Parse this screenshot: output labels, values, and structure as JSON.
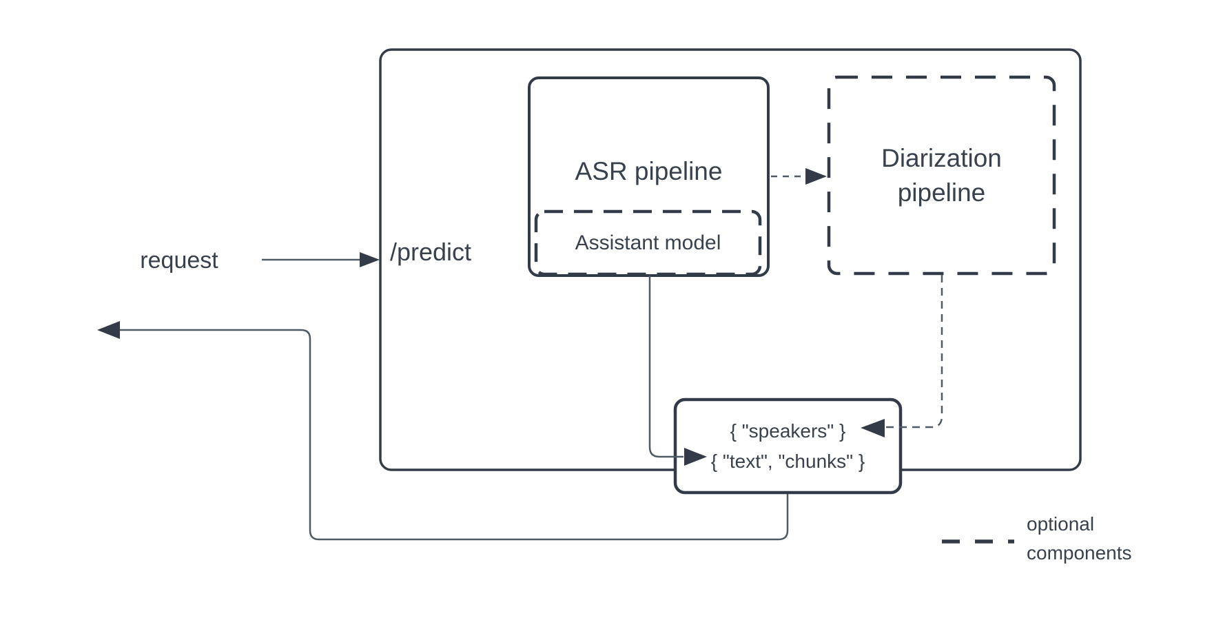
{
  "diagram": {
    "type": "flowchart",
    "nodes": {
      "request": {
        "label": "request",
        "shape": "rounded-rect",
        "border": "solid"
      },
      "predict": {
        "label": "/predict",
        "shape": "rounded-rect-container",
        "border": "solid"
      },
      "asr_pipeline": {
        "label": "ASR pipeline",
        "shape": "rounded-rect",
        "border": "solid"
      },
      "assistant_model": {
        "label": "Assistant model",
        "shape": "rounded-rect",
        "border": "dashed",
        "optional": true
      },
      "diarization_pipeline": {
        "label": "Diarization\npipeline",
        "shape": "rounded-rect",
        "border": "dashed",
        "optional": true
      },
      "response": {
        "line1": "{ \"speakers\" }",
        "line2": "{ \"text\", \"chunks\" }",
        "shape": "rounded-rect",
        "border": "solid"
      }
    },
    "edges": [
      {
        "from": "request",
        "to": "predict",
        "style": "solid-arrow"
      },
      {
        "from": "asr_pipeline",
        "to": "diarization_pipeline",
        "style": "dashed-arrow"
      },
      {
        "from": "assistant_model",
        "to": "response",
        "style": "solid-arrow"
      },
      {
        "from": "diarization_pipeline",
        "to": "response",
        "style": "dashed-arrow"
      },
      {
        "from": "response",
        "to": "request",
        "style": "solid-arrow-return"
      }
    ],
    "legend": {
      "label": "optional\ncomponents",
      "sample": "dashed-line"
    },
    "colors": {
      "background": "#ffffff",
      "ink": "#333b48",
      "text": "#39414d",
      "connector": "#505a64",
      "node_fill": "#ffffff"
    }
  }
}
